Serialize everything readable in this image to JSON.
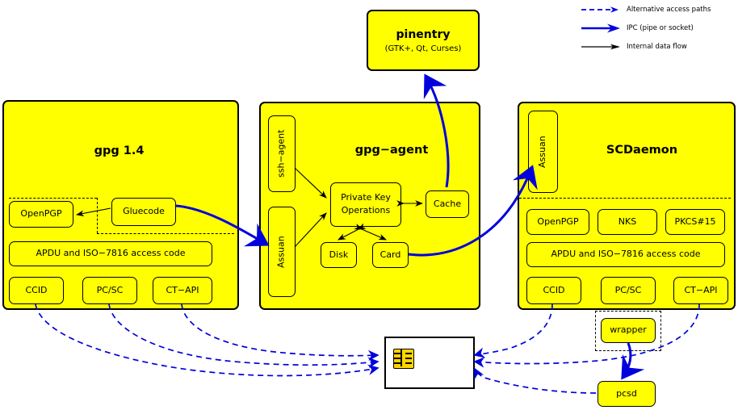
{
  "legend": {
    "items": [
      {
        "id": "alt-access-paths",
        "label": "Alternative access paths",
        "style": "dashed-blue",
        "color": "#0000dd"
      },
      {
        "id": "ipc",
        "label": "IPC (pipe or socket)",
        "style": "thick-blue",
        "color": "#0000dd"
      },
      {
        "id": "internal-data-flow",
        "label": "Internal data flow",
        "style": "thin-black",
        "color": "#000000"
      }
    ]
  },
  "pinentry": {
    "title": "pinentry",
    "subtitle": "(GTK+, Qt, Curses)"
  },
  "panels": [
    {
      "id": "gpg14",
      "title": "gpg 1.4",
      "boxes": [
        {
          "id": "openpgp",
          "label": "OpenPGP"
        },
        {
          "id": "gluecode",
          "label": "Gluecode"
        },
        {
          "id": "apdu",
          "label": "APDU and ISO−7816 access code"
        },
        {
          "id": "ccid",
          "label": "CCID"
        },
        {
          "id": "pcsc",
          "label": "PC/SC"
        },
        {
          "id": "ctapi",
          "label": "CT−API"
        }
      ]
    },
    {
      "id": "gpg-agent",
      "title": "gpg−agent",
      "boxes": [
        {
          "id": "ssh-agent",
          "label": "ssh−agent"
        },
        {
          "id": "assuan",
          "label": "Assuan"
        },
        {
          "id": "private-key-operations",
          "label": "Private Key",
          "label2": "Operations"
        },
        {
          "id": "cache",
          "label": "Cache"
        },
        {
          "id": "disk",
          "label": "Disk"
        },
        {
          "id": "card",
          "label": "Card"
        }
      ]
    },
    {
      "id": "scdaemon",
      "title": "SCDaemon",
      "boxes": [
        {
          "id": "assuan",
          "label": "Assuan"
        },
        {
          "id": "openpgp",
          "label": "OpenPGP"
        },
        {
          "id": "nks",
          "label": "NKS"
        },
        {
          "id": "pkcs15",
          "label": "PKCS#15"
        },
        {
          "id": "apdu",
          "label": "APDU and ISO−7816 access code"
        },
        {
          "id": "ccid",
          "label": "CCID"
        },
        {
          "id": "pcsc",
          "label": "PC/SC"
        },
        {
          "id": "ctapi",
          "label": "CT−API"
        }
      ]
    }
  ],
  "external": [
    {
      "id": "wrapper",
      "label": "wrapper"
    },
    {
      "id": "pcsd",
      "label": "pcsd"
    }
  ],
  "smartcard": {
    "id": "smartcard",
    "label": ""
  },
  "colors": {
    "panel_fill": "#ffff00",
    "panel_stroke": "#000000",
    "ipc_blue": "#0000dd",
    "internal_black": "#000000",
    "card_fill": "#ffffff",
    "chip_fill": "#ffd500"
  }
}
